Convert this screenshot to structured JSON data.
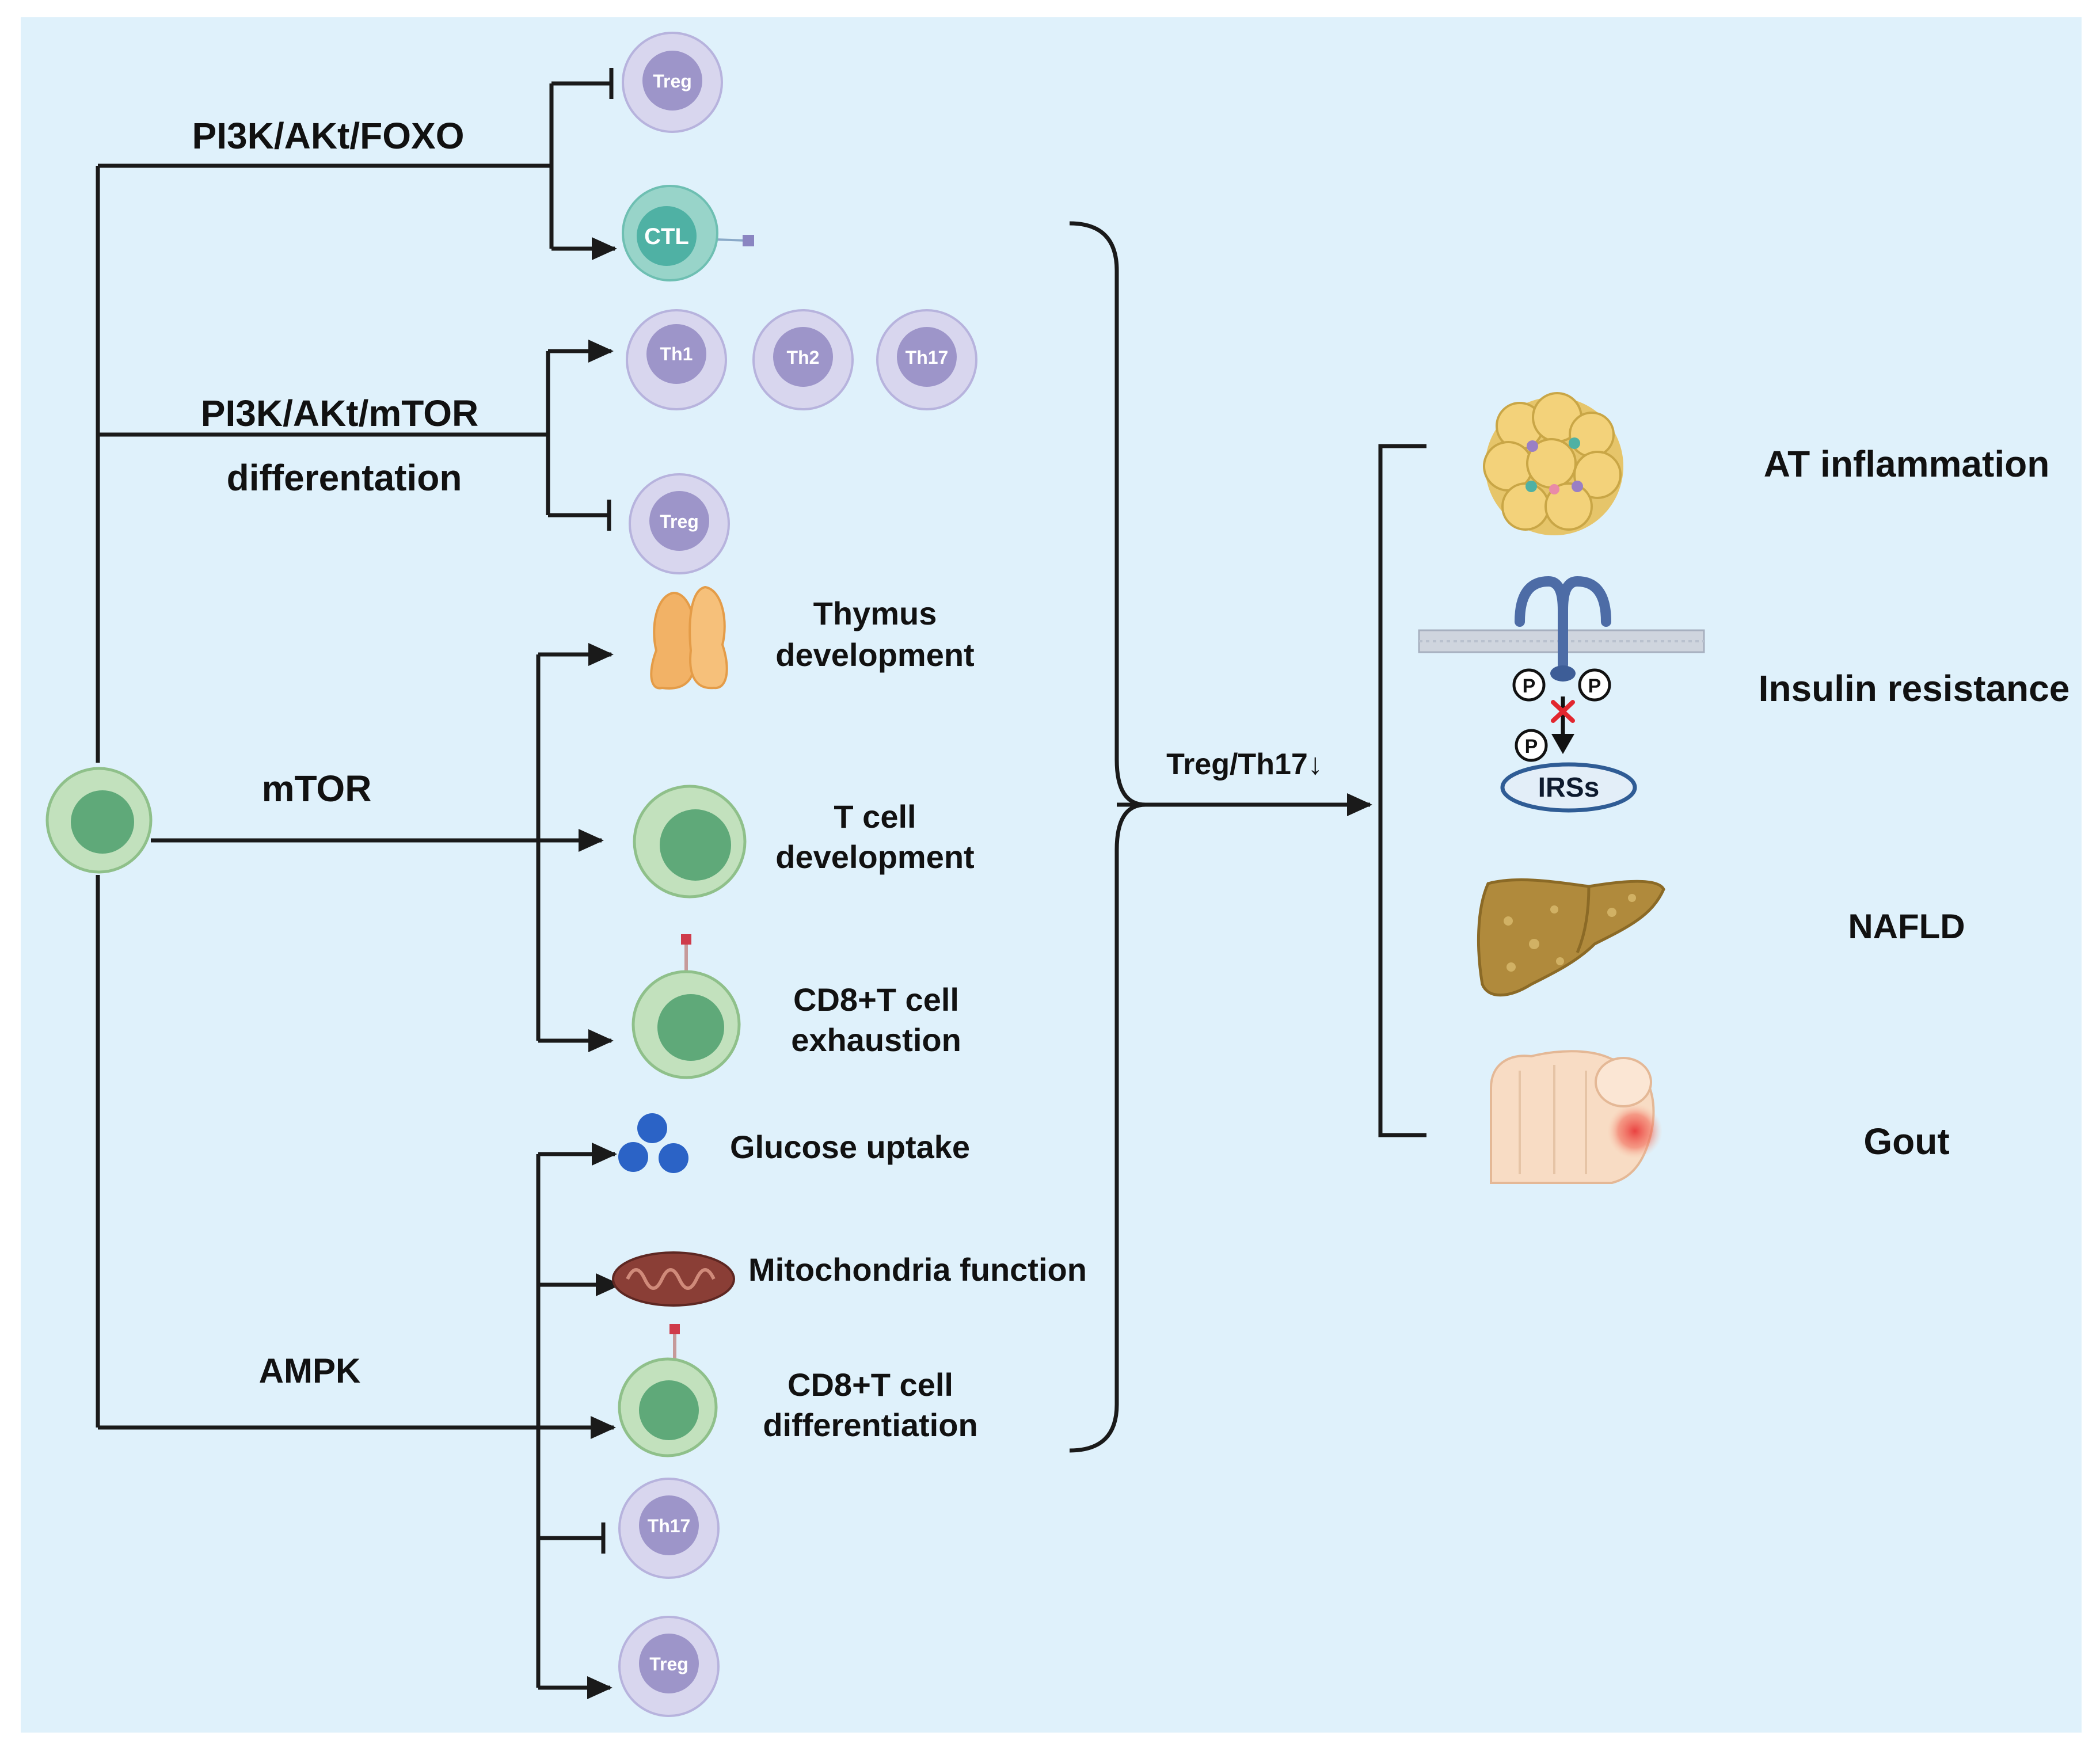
{
  "pathways": {
    "foxo": "PI3K/AKt/FOXO",
    "mtor_pi3k": "PI3K/AKt/mTOR",
    "differentiation": "differentation",
    "mtor": "mTOR",
    "ampk": "AMPK"
  },
  "cells": {
    "treg": "Treg",
    "ctl": "CTL",
    "th1": "Th1",
    "th2": "Th2",
    "th17": "Th17"
  },
  "outcomes": {
    "thymus_1": "Thymus",
    "thymus_2": "development",
    "tcell_1": "T cell",
    "tcell_2": "development",
    "exhaustion_1": "CD8+T cell",
    "exhaustion_2": "exhaustion",
    "glucose": "Glucose uptake",
    "mito": "Mitochondria function",
    "diff_1": "CD8+T cell",
    "diff_2": "differentiation"
  },
  "center_label": "Treg/Th17↓",
  "diseases": {
    "at": "AT inflammation",
    "insulin": "Insulin resistance",
    "nafld": "NAFLD",
    "gout": "Gout"
  },
  "insulin_icon": {
    "p": "P",
    "irs": "IRSs"
  },
  "colors": {
    "background": "#dff1fb",
    "page": "#ffffff",
    "line": "#1a1a1a",
    "purple_cell_outer": "#d8d6ee",
    "purple_cell_inner": "#9d95c9",
    "green_cell_outer": "#c2e1bd",
    "green_cell_inner": "#5fa979",
    "ctl_outer": "#98d4c9",
    "ctl_inner": "#4fb1a4",
    "glucose": "#2b63c6",
    "liver": "#b08a3c",
    "inflammation": "#e93a3a"
  }
}
